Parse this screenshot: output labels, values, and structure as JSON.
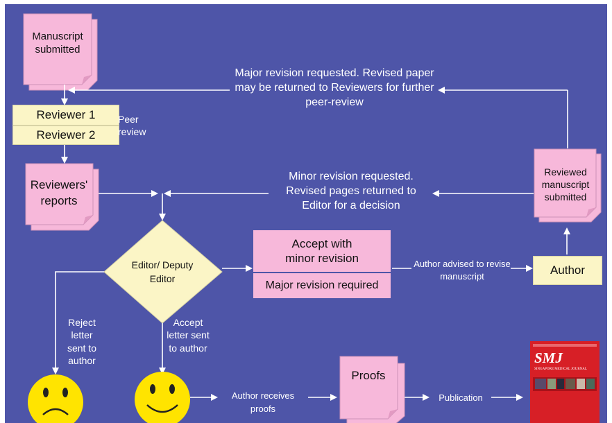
{
  "nodes": {
    "manuscript_submitted": "Manuscript submitted",
    "reviewer_1": "Reviewer 1",
    "reviewer_2": "Reviewer 2",
    "peer_review": "Peer review",
    "reviewers_reports": "Reviewers' reports",
    "editor": "Editor/ Deputy Editor",
    "accept_minor": "Accept with minor revision",
    "major_required": "Major revision required",
    "author": "Author",
    "reviewed_manuscript": "Reviewed manuscript submitted",
    "proofs": "Proofs"
  },
  "edge_labels": {
    "major_revision": "Major revision requested. Revised paper may be returned to Reviewers for further peer-review",
    "minor_revision": "Minor revision requested. Revised pages returned to Editor for a decision",
    "author_advised": "Author advised to revise manuscript",
    "reject": "Reject letter sent to author",
    "accept": "Accept letter sent to author",
    "author_receives_proofs": "Author receives proofs",
    "publication": "Publication"
  },
  "journal_cover": {
    "title": "SMJ",
    "subtitle": "SINGAPORE MEDICAL JOURNAL"
  },
  "colors": {
    "background": "#4e55a8",
    "doc_pink": "#f7b8da",
    "box_yellow": "#fbf5c6",
    "smiley_yellow": "#ffe400",
    "cover_red": "#d71f26"
  }
}
